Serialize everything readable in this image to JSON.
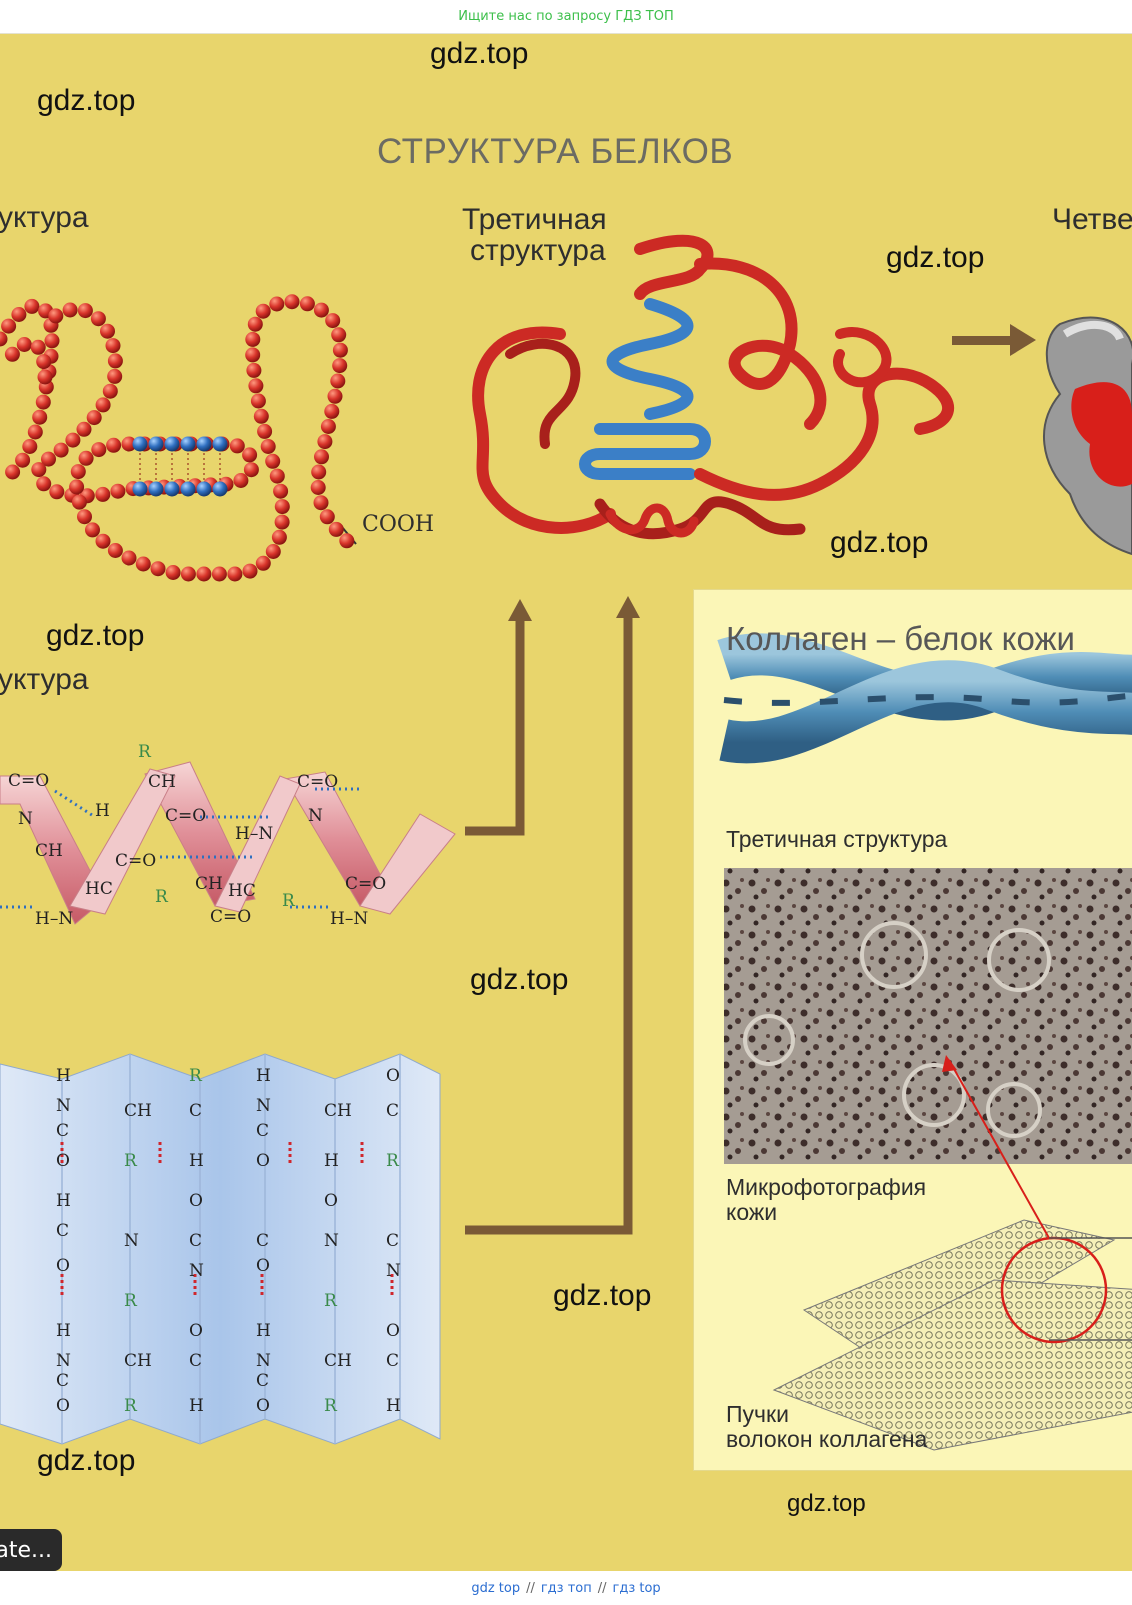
{
  "header": {
    "link_text": "Ищите нас по запросу ГДЗ ТОП"
  },
  "footer": {
    "links": [
      "gdz top",
      "гдз топ",
      "гдз top"
    ],
    "separator": "//"
  },
  "watermarks": [
    "gdz.top",
    "gdz.top",
    "gdz.top",
    "gdz.top",
    "gdz.top",
    "gdz.top",
    "gdz.top",
    "gdz.top",
    "gdz.top"
  ],
  "diagram": {
    "title": "СТРУКТУРА БЕЛКОВ",
    "primary_label_fragment": "уктура",
    "secondary_label_fragment": "уктура",
    "tertiary_label_line1": "Третичная",
    "tertiary_label_line2": "структура",
    "quaternary_label_fragment": "Четве",
    "cooh": "COOH",
    "helix_atoms": [
      "C=O",
      "N",
      "H",
      "CH",
      "R",
      "C=O",
      "H–N",
      "C=O",
      "N",
      "HC",
      "CH",
      "C=O",
      "H–N",
      "HC",
      "R",
      "CH",
      "C=O",
      "H–N",
      "C=O",
      "R"
    ],
    "sheet_atoms": [
      "H",
      "N",
      "CH",
      "C",
      "O",
      "R",
      "H"
    ]
  },
  "collagen_panel": {
    "title": "Коллаген – белок кожи",
    "tertiary_caption": "Третичная структура",
    "micro_caption_line1": "Микрофотография",
    "micro_caption_line2": "кожи",
    "fibers_caption_line1": "Пучки",
    "fibers_caption_line2": "волокон коллагена"
  },
  "overlay": {
    "translate_button": "ate..."
  },
  "colors": {
    "poster_bg": "#e8d56c",
    "panel_bg": "#fbf6b7",
    "arrow": "#7a5a36",
    "bead_red": "#d9352b",
    "bead_blue": "#2f6fc0",
    "ribbon_red": "#cc2a24",
    "ribbon_blue": "#3b7fc7",
    "helix_pink": "#e59aa2",
    "sheet_blue": "#bcd2ee",
    "collagen_blue": "#5a9ac0",
    "header_link": "#3cbf4a"
  }
}
